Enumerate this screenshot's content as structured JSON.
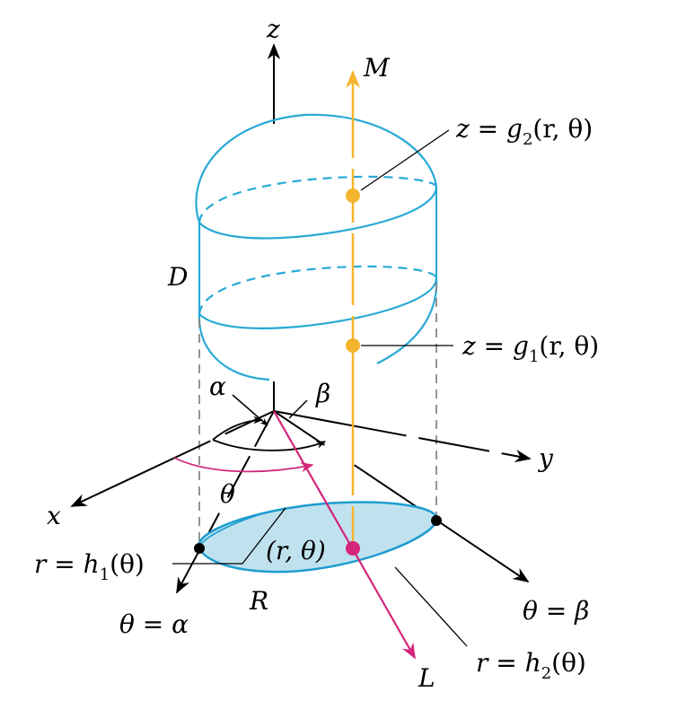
{
  "colors": {
    "surface": "#29a9d6",
    "region_fill": "#bfe2ee",
    "region_edge": "#1e9cd0",
    "vertical_line": "#f3b52e",
    "ray": "#d3257a",
    "ink": "#000000"
  },
  "labels": {
    "z_axis": "z",
    "y_axis": "y",
    "x_axis": "x",
    "m_line": "M",
    "l_ray": "L",
    "solid": "D",
    "region": "R",
    "alpha": "α",
    "beta": "β",
    "theta": "θ",
    "upper_surface": {
      "pre": "z = g",
      "sub": "2",
      "post": "(r, θ)"
    },
    "lower_surface": {
      "pre": "z = g",
      "sub": "1",
      "post": "(r, θ)"
    },
    "inner_curve": {
      "pre": "r = h",
      "sub": "1",
      "post": "(θ)"
    },
    "outer_curve": {
      "pre": "r = h",
      "sub": "2",
      "post": "(θ)"
    },
    "point": "(r, θ)",
    "ray_alpha": "θ = α",
    "ray_beta": "θ = β"
  }
}
